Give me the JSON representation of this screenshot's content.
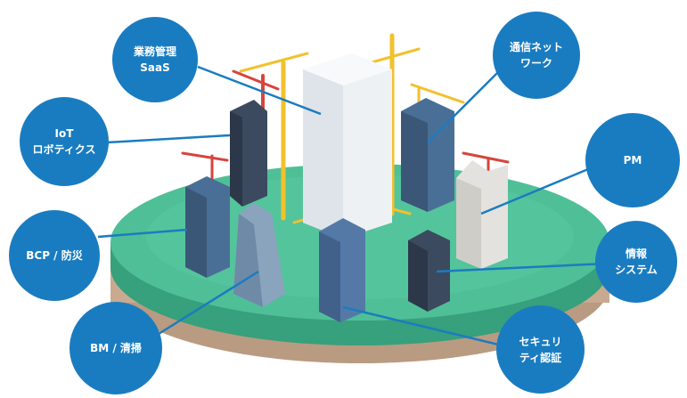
{
  "colors": {
    "bubble": "#1a7cc0",
    "connector": "#1a7cc0",
    "island_top": "#4fbf97",
    "island_side": "#37a07c",
    "ground": "#c9aa91",
    "crane": "#f2c12e",
    "crane_red": "#d6453d",
    "glass": "#4a6f96"
  },
  "labels": {
    "saas": "業務管理\nSaaS",
    "network": "通信ネット\nワーク",
    "iot": "IoT\nロボティクス",
    "pm": "PM",
    "bcp": "BCP / 防災",
    "info": "情報\nシステム",
    "bm": "BM / 清掃",
    "security": "セキュリ\nティ認証"
  }
}
